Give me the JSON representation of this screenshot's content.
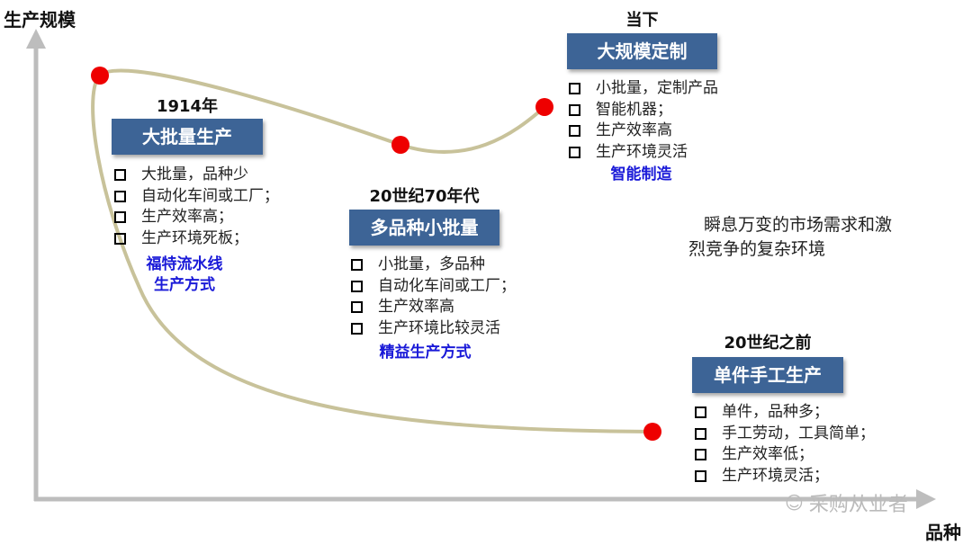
{
  "axes": {
    "y_label": "生产规模",
    "x_label": "品种"
  },
  "stages": [
    {
      "period": "1914年",
      "title": "大批量生产",
      "items": [
        "大批量，品种少",
        "自动化车间或工厂；",
        "生产效率高；",
        "生产环境死板；"
      ],
      "mode": [
        "福特流水线",
        "生产方式"
      ]
    },
    {
      "period": "20世纪70年代",
      "title": "多品种小批量",
      "items": [
        "小批量，多品种",
        "自动化车间或工厂；",
        "生产效率高",
        "生产环境比较灵活"
      ],
      "mode": [
        "精益生产方式"
      ]
    },
    {
      "period": "当下",
      "title": "大规模定制",
      "items": [
        "小批量，定制产品",
        "智能机器；",
        "生产效率高",
        "生产环境灵活"
      ],
      "mode": [
        "智能制造"
      ]
    },
    {
      "period": "20世纪之前",
      "title": "单件手工生产",
      "items": [
        "单件，品种多；",
        "手工劳动，工具简单；",
        "生产效率低；",
        "生产环境灵活；"
      ]
    }
  ],
  "note": [
    "瞬息万变的市场需求和激",
    "烈竞争的复杂环境"
  ],
  "watermark": "采购从业者",
  "colors": {
    "box": "#3d6496",
    "curve": "#c8c29a",
    "dot": "#ee0000",
    "mode": "#1a1ad8",
    "axis": "#bdbdbd"
  }
}
